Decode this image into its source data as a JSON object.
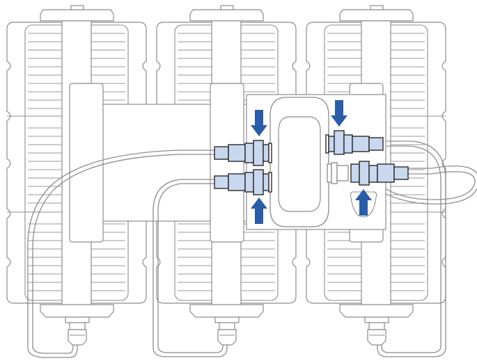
{
  "diagram": {
    "colors": {
      "outline": "#8c8c8c",
      "fill": "#ffffff",
      "connector_fill": "#c9d8ef",
      "connector_stroke": "#1a1a1a",
      "arrow": "#2a5ca8"
    },
    "components": [
      "filter-module-left",
      "filter-module-center",
      "filter-module-right",
      "central-manifold",
      "hose-fittings",
      "flow-arrows"
    ],
    "flow_arrows": [
      {
        "name": "arrow-in-top-left",
        "direction": "down"
      },
      {
        "name": "arrow-in-bottom-left",
        "direction": "up"
      },
      {
        "name": "arrow-in-top-right",
        "direction": "down"
      },
      {
        "name": "arrow-in-bottom-right",
        "direction": "up"
      }
    ]
  }
}
